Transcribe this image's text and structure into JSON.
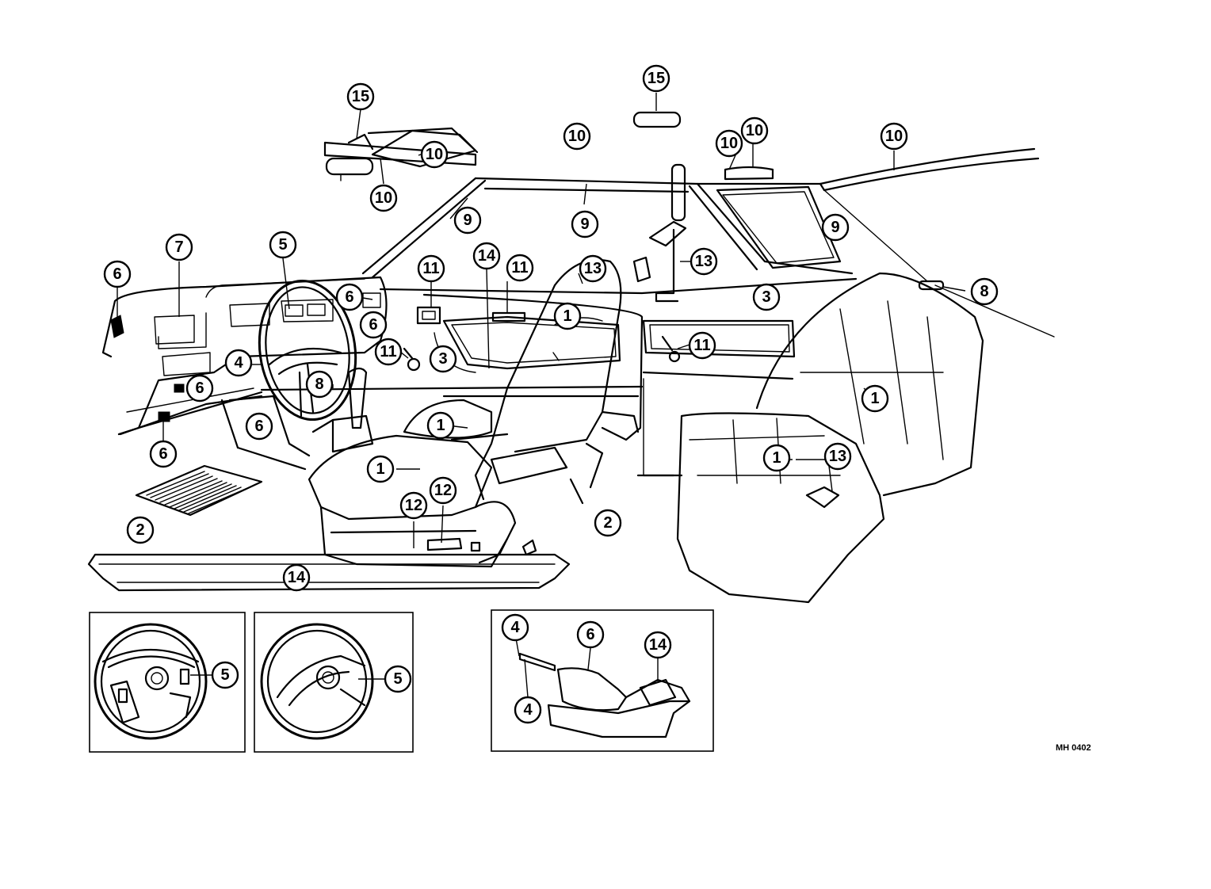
{
  "diagram": {
    "reference_code": "MH 0402",
    "callouts": [
      {
        "id": "c1",
        "label": "6"
      },
      {
        "id": "c2",
        "label": "7"
      },
      {
        "id": "c3",
        "label": "5"
      },
      {
        "id": "c4",
        "label": "6"
      },
      {
        "id": "c5",
        "label": "6"
      },
      {
        "id": "c6",
        "label": "11"
      },
      {
        "id": "c7",
        "label": "4"
      },
      {
        "id": "c8",
        "label": "6"
      },
      {
        "id": "c9",
        "label": "8"
      },
      {
        "id": "c10",
        "label": "6"
      },
      {
        "id": "c11",
        "label": "6"
      },
      {
        "id": "c12",
        "label": "15"
      },
      {
        "id": "c13",
        "label": "10"
      },
      {
        "id": "c14",
        "label": "10"
      },
      {
        "id": "c15",
        "label": "9"
      },
      {
        "id": "c16",
        "label": "10"
      },
      {
        "id": "c17",
        "label": "15"
      },
      {
        "id": "c18",
        "label": "10"
      },
      {
        "id": "c19",
        "label": "10"
      },
      {
        "id": "c20",
        "label": "10"
      },
      {
        "id": "c21",
        "label": "9"
      },
      {
        "id": "c22",
        "label": "9"
      },
      {
        "id": "c23",
        "label": "11"
      },
      {
        "id": "c24",
        "label": "14"
      },
      {
        "id": "c25",
        "label": "11"
      },
      {
        "id": "c26",
        "label": "13"
      },
      {
        "id": "c27",
        "label": "13"
      },
      {
        "id": "c28",
        "label": "3"
      },
      {
        "id": "c29",
        "label": "8"
      },
      {
        "id": "c30",
        "label": "3"
      },
      {
        "id": "c31",
        "label": "1"
      },
      {
        "id": "c32",
        "label": "11"
      },
      {
        "id": "c33",
        "label": "1"
      },
      {
        "id": "c34",
        "label": "1"
      },
      {
        "id": "c35",
        "label": "12"
      },
      {
        "id": "c36",
        "label": "12"
      },
      {
        "id": "c37",
        "label": "2"
      },
      {
        "id": "c38",
        "label": "2"
      },
      {
        "id": "c39",
        "label": "14"
      },
      {
        "id": "c40",
        "label": "1"
      },
      {
        "id": "c41",
        "label": "1"
      },
      {
        "id": "c42",
        "label": "13"
      },
      {
        "id": "c43",
        "label": "5"
      },
      {
        "id": "c44",
        "label": "5"
      },
      {
        "id": "c45",
        "label": "4"
      },
      {
        "id": "c46",
        "label": "6"
      },
      {
        "id": "c47",
        "label": "14"
      },
      {
        "id": "c48",
        "label": "4"
      }
    ]
  }
}
